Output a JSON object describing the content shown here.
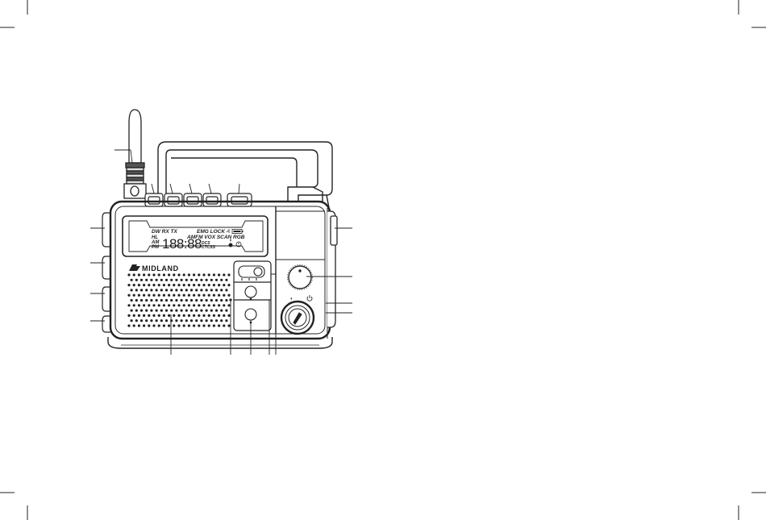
{
  "figure": {
    "brand": "MIDLAND",
    "display": {
      "row1_left": "DW RX TX",
      "row1_right": "EMG  LOCK",
      "row2_left": "HL",
      "row3_left": "AM",
      "row4_left": "PM",
      "digits": "188:88",
      "row2_right": "AMFM VOX SCAN RGB",
      "row3_right": "DCS",
      "row4_right": "CTCSS"
    }
  }
}
